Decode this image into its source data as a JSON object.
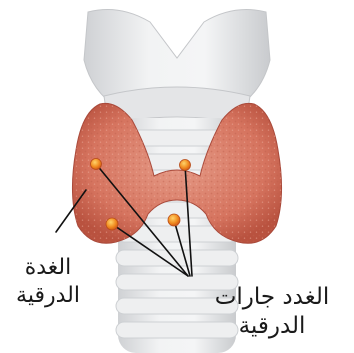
{
  "labels": {
    "thyroid_line1": "الغدة",
    "thyroid_line2": "الدرقية",
    "parathyroid_line1": "الغدد جارات",
    "parathyroid_line2": "الدرقية"
  },
  "colors": {
    "thyroid": "#d97a67",
    "thyroid_dark": "#b9523f",
    "parathyroid": "#f0a020",
    "cartilage": "#e9eaec",
    "cartilage_shade": "#cfd1d4",
    "leader_line": "#111111"
  }
}
